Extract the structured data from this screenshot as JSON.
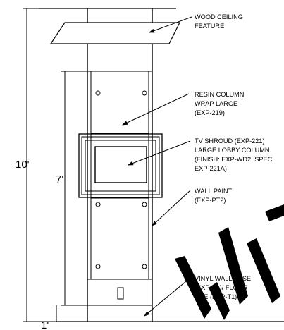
{
  "dimensions": {
    "overall_height": "10'",
    "shroud_height": "7'",
    "base_offset": "1'"
  },
  "callouts": {
    "ceiling": [
      "WOOD CEILING",
      "FEATURE"
    ],
    "resin_wrap": [
      "RESIN COLUMN",
      "WRAP LARGE",
      "(EXP-219)"
    ],
    "tv_shroud": [
      "TV SHROUD (EXP-221)",
      "LARGE LOBBY COLUMN",
      "(FINISH: EXP-WD2, SPEC",
      "EXP-221A)"
    ],
    "wall_paint": [
      "WALL PAINT",
      "(EXP-PT2)"
    ],
    "wall_base": [
      "VINYL WALL BASE",
      "(EXP-B1)/ FLOOR",
      "TILE (EXP-T1)"
    ]
  },
  "colors": {
    "line": "#000000",
    "background": "#ffffff"
  }
}
